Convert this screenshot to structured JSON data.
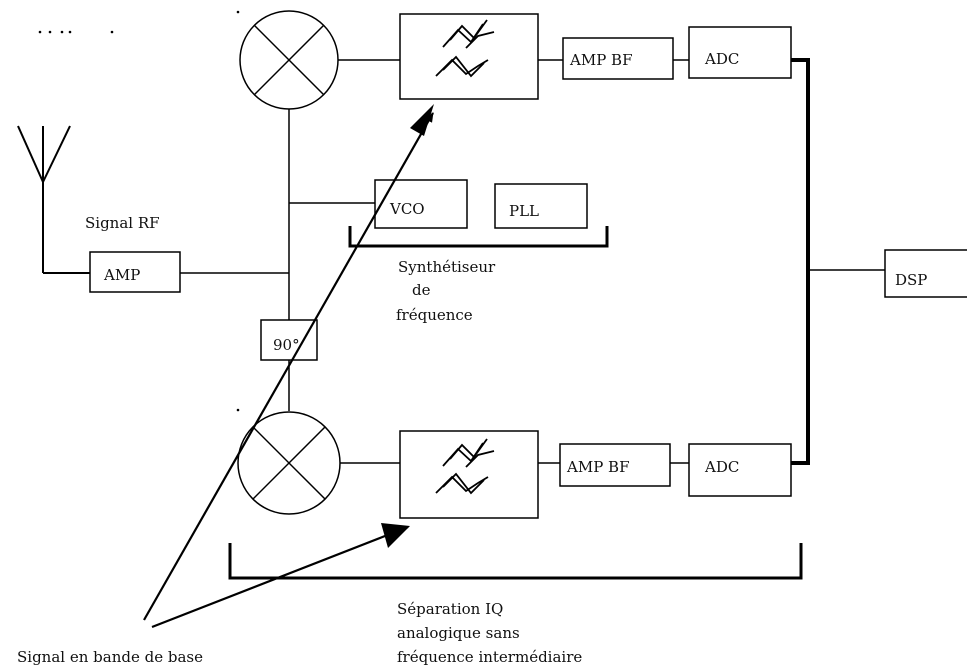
{
  "blocks": {
    "amp": "AMP",
    "amp_bf_top": "AMP BF",
    "adc_top": "ADC",
    "vco": "VCO",
    "pll": "PLL",
    "phase": "90°",
    "amp_bf_bottom": "AMP BF",
    "adc_bottom": "ADC",
    "dsp": "DSP"
  },
  "labels": {
    "signal_rf": "Signal RF",
    "synth_line1": "Synthétiseur",
    "synth_line2": "de",
    "synth_line3": "fréquence",
    "sep_line1": "Séparation  IQ",
    "sep_line2": "analogique sans",
    "sep_line3": "fréquence intermédiaire",
    "baseband": "Signal en bande de base"
  },
  "colors": {
    "stroke": "#000000",
    "background": "#ffffff"
  }
}
